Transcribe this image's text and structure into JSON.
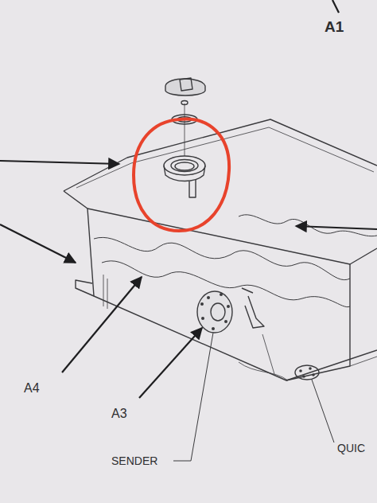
{
  "diagram": {
    "labels": [
      "A1",
      "A4",
      "A3",
      "SENDER",
      "QUIC"
    ]
  }
}
